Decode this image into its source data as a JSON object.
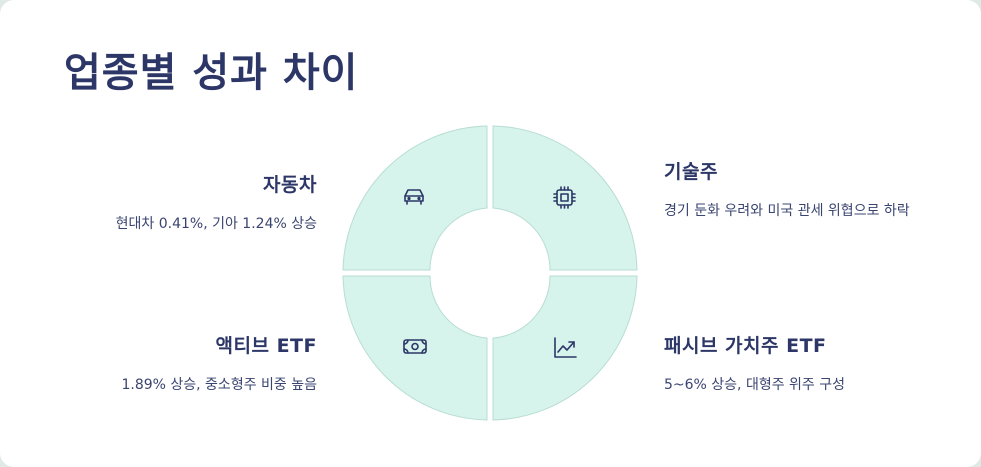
{
  "title": "업종별 성과 차이",
  "sectors": {
    "auto": {
      "name": "자동차",
      "desc": "현대차 0.41%, 기아 1.24% 상승",
      "icon": "car-icon"
    },
    "tech": {
      "name": "기술주",
      "desc": "경기 둔화 우려와 미국 관세 위협으로 하락",
      "icon": "chip-icon"
    },
    "active": {
      "name": "액티브 ETF",
      "desc": "1.89% 상승, 중소형주 비중 높음",
      "icon": "banknote-icon"
    },
    "passive": {
      "name": "패시브 가치주 ETF",
      "desc": "5~6% 상승, 대형주 위주 구성",
      "icon": "trend-chart-icon"
    }
  },
  "colors": {
    "title": "#2c3767",
    "quadrant_fill": "#d6f3ec",
    "quadrant_stroke": "#b8ddd3"
  }
}
